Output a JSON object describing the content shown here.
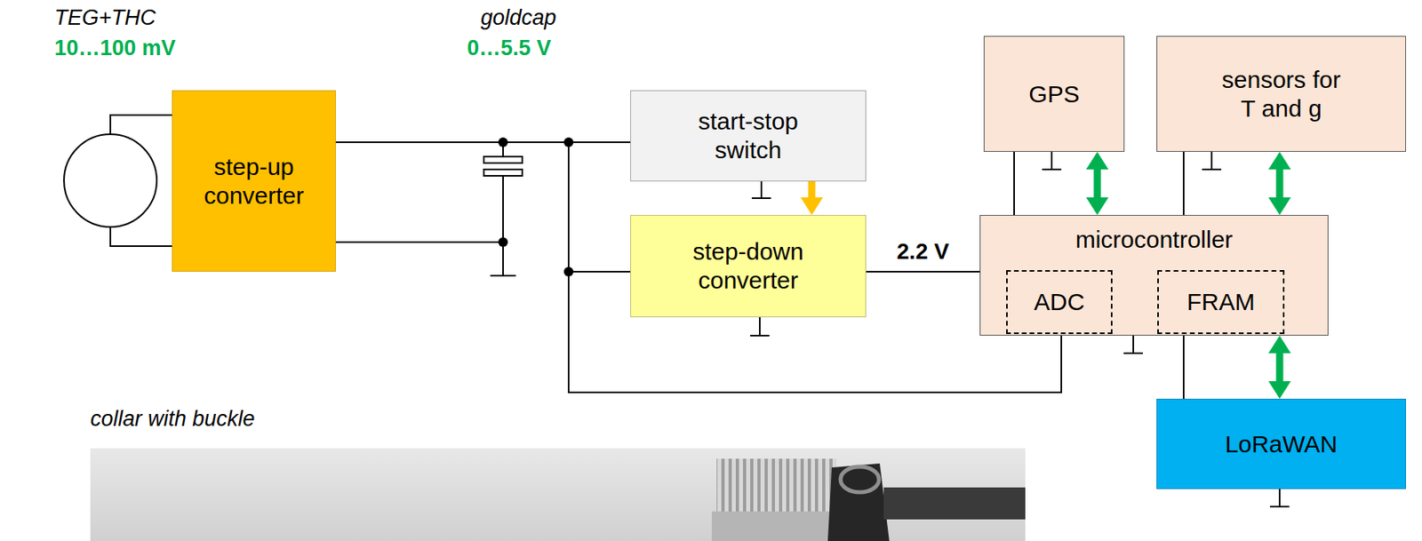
{
  "diagram": {
    "nodes": [
      {
        "text": [
          "step-up converter"
        ]
      },
      {
        "text": [
          "start-stop switch"
        ]
      },
      {
        "text": [
          "step-down converter"
        ]
      },
      {
        "text": [
          "GPS"
        ]
      },
      {
        "text": [
          "sensors for T and g"
        ]
      },
      {
        "text": [
          "microcontroller"
        ]
      },
      {
        "text": [
          "ADC"
        ],
        "in": 5
      },
      {
        "text": [
          "FRAM"
        ],
        "in": 5
      },
      {
        "text": [
          "LoRaWAN"
        ]
      }
    ],
    "edges": [
      {
        "from": 0,
        "to": 1,
        "arrow": "none"
      },
      {
        "from": 0,
        "to": 2,
        "arrow": "none"
      },
      {
        "from": 0,
        "to": 6,
        "arrow": "none"
      },
      {
        "from": 1,
        "to": 2,
        "arrow": "to"
      },
      {
        "from": 2,
        "to": 5,
        "label": "2.2 V",
        "arrow": "none"
      },
      {
        "from": 5,
        "to": 3,
        "arrow": "none"
      },
      {
        "from": 3,
        "to": 5,
        "arrow": "both"
      },
      {
        "from": 5,
        "to": 4,
        "arrow": "none"
      },
      {
        "from": 4,
        "to": 5,
        "arrow": "both"
      },
      {
        "from": 5,
        "to": 8,
        "arrow": "none"
      },
      {
        "from": 5,
        "to": 8,
        "arrow": "both"
      }
    ],
    "labels": [
      "TEG+THC",
      "10…100 mV",
      "goldcap",
      "0…5.5 V",
      "collar with buckle"
    ]
  }
}
